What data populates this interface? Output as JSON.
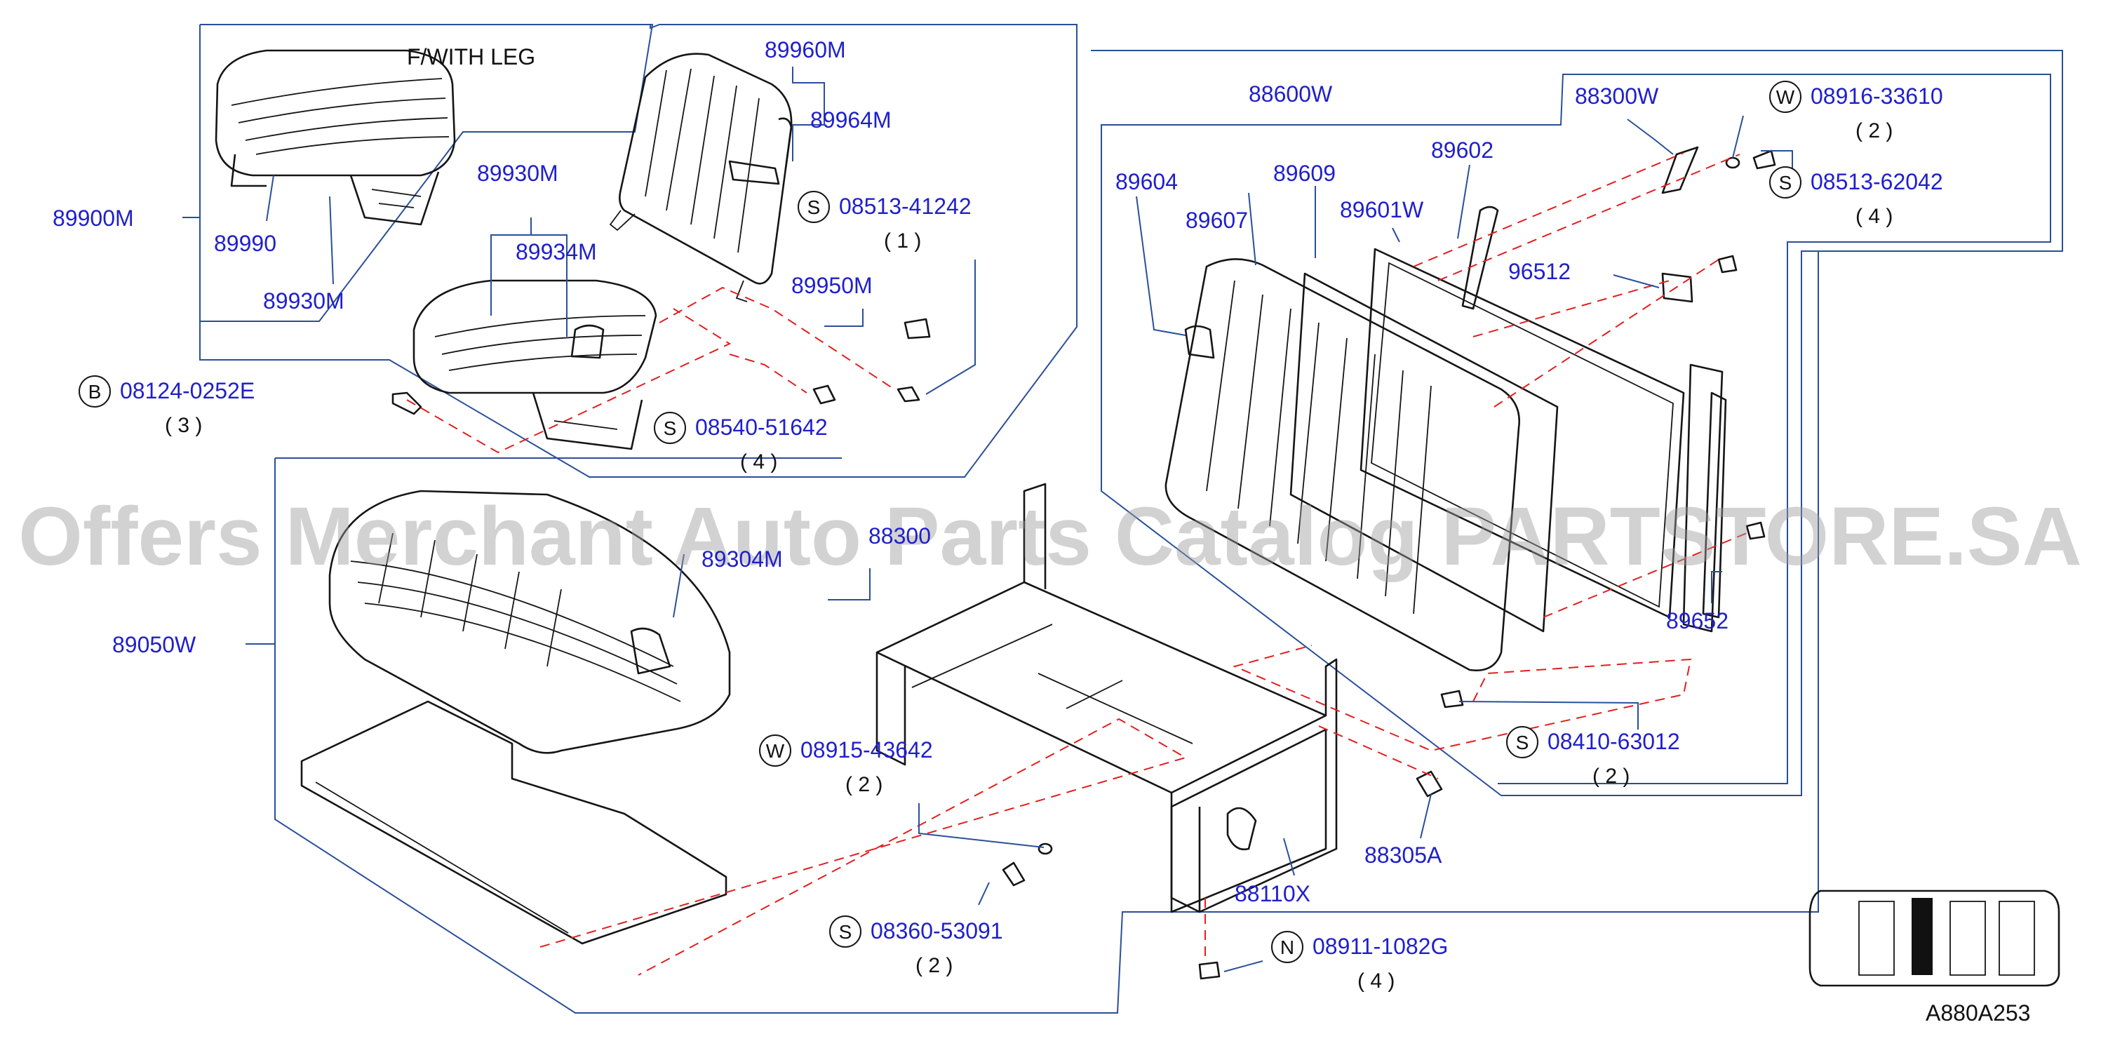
{
  "diagram": {
    "title_note": "F/WITH   LEG",
    "code": "A880A253",
    "watermark": "Offers Merchant Auto Parts Catalog PARTSTORE.SA",
    "labels": {
      "p89960M": "89960M",
      "p89964M": "89964M",
      "p89930M_top": "89930M",
      "p89934M": "89934M",
      "p89950M": "89950M",
      "p89900M": "89900M",
      "p89990": "89990",
      "p89930M_low": "89930M",
      "p88600W": "88600W",
      "p88300W": "88300W",
      "p89604": "89604",
      "p89609": "89609",
      "p89602": "89602",
      "p89607": "89607",
      "p89601W": "89601W",
      "p96512": "96512",
      "p89652": "89652",
      "p89050W": "89050W",
      "p89304M": "89304M",
      "p88300_mid": "88300",
      "p88110X": "88110X",
      "p88305A": "88305A"
    },
    "fasteners": [
      {
        "id": "f1",
        "letter": "S",
        "number": "08513-41242",
        "qty": "( 1 )"
      },
      {
        "id": "f2",
        "letter": "B",
        "number": "08124-0252E",
        "qty": "( 3 )"
      },
      {
        "id": "f3",
        "letter": "S",
        "number": "08540-51642",
        "qty": "( 4 )"
      },
      {
        "id": "f4",
        "letter": "W",
        "number": "08916-33610",
        "qty": "( 2 )"
      },
      {
        "id": "f5",
        "letter": "S",
        "number": "08513-62042",
        "qty": "( 4 )"
      },
      {
        "id": "f6",
        "letter": "S",
        "number": "08410-63012",
        "qty": "( 2 )"
      },
      {
        "id": "f7",
        "letter": "W",
        "number": "08915-43642",
        "qty": "( 2 )"
      },
      {
        "id": "f8",
        "letter": "S",
        "number": "08360-53091",
        "qty": "( 2 )"
      },
      {
        "id": "f9",
        "letter": "N",
        "number": "08911-1082G",
        "qty": "( 4 )"
      }
    ]
  }
}
